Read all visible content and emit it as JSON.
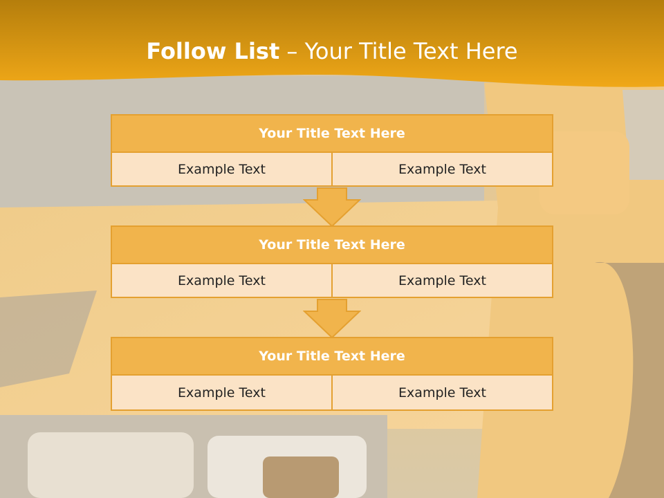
{
  "title": {
    "bold": "Follow List",
    "rest": " – Your Title Text Here"
  },
  "blocks": [
    {
      "title": "Your Title Text Here",
      "left": "Example Text",
      "right": "Example Text"
    },
    {
      "title": "Your Title Text Here",
      "left": "Example Text",
      "right": "Example Text"
    },
    {
      "title": "Your Title Text Here",
      "left": "Example Text",
      "right": "Example Text"
    }
  ],
  "colors": {
    "accent": "#f1b44c",
    "border": "#e4a030",
    "cell": "#fbe3c6",
    "header_band_top": "#b57e0c",
    "header_band_bottom": "#f0a818"
  }
}
